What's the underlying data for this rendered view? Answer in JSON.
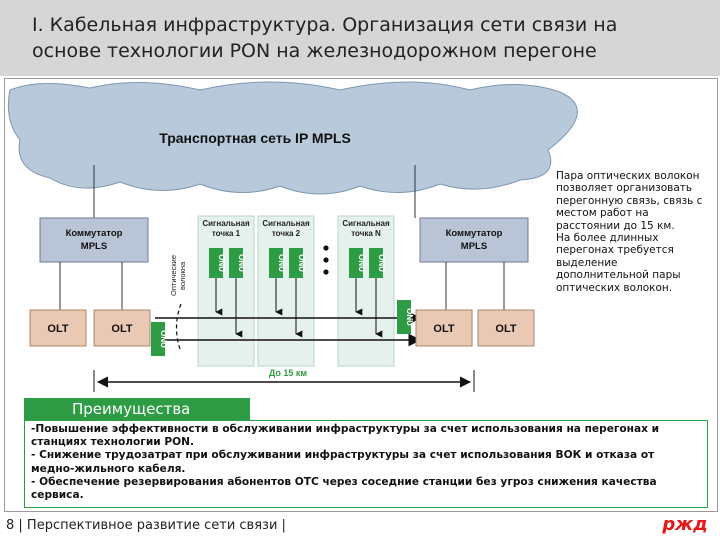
{
  "header": {
    "title_line1": "I. Кабельная инфраструктура. Организация сети связи на",
    "title_line2": "основе технологии PON на железнодорожном перегоне"
  },
  "diagram": {
    "cloud_label": "Транспортная сеть IP MPLS",
    "switch_left": [
      "Коммутатор",
      "MPLS"
    ],
    "switch_right": [
      "Коммутатор",
      "MPLS"
    ],
    "olt_label": "OLT",
    "points": [
      [
        "Сигнальная",
        "точка 1"
      ],
      [
        "Сигнальная",
        "точка 2"
      ],
      [
        "Сигнальная",
        "точка N"
      ]
    ],
    "onu_label": "ONU",
    "fiber_label": [
      "Оптические",
      "волокна"
    ],
    "distance_label": "До 15 км",
    "colors": {
      "switch_fill": "#b9c5d6",
      "olt_fill": "#e9c9b4",
      "point_fill": "#e4f1ec",
      "onu_fill": "#2e9b45",
      "cloud": "#b7c9db",
      "green": "#2e9b45"
    }
  },
  "note": {
    "p1": "Пара оптических волокон позволяет организовать перегонную связь, связь с местом работ на расстоянии до 15 км.",
    "p2": "На более длинных перегонах требуется выделение дополнительной пары оптических волокон."
  },
  "advantages": {
    "title": "Преимущества",
    "item1": "-Повышение эффективности в обслуживании инфраструктуры за счет использования на перегонах и станциях технологии PON.",
    "item2": "- Снижение трудозатрат при обслуживании инфраструктуры за счет использования ВОК и отказа от медно-жильного кабеля.",
    "item3": "- Обеспечение резервирования абонентов ОТС через соседние станции без угроз снижения качества сервиса."
  },
  "footer": {
    "text": "8 | Перспективное развитие сети связи |",
    "logo": "ржд"
  }
}
